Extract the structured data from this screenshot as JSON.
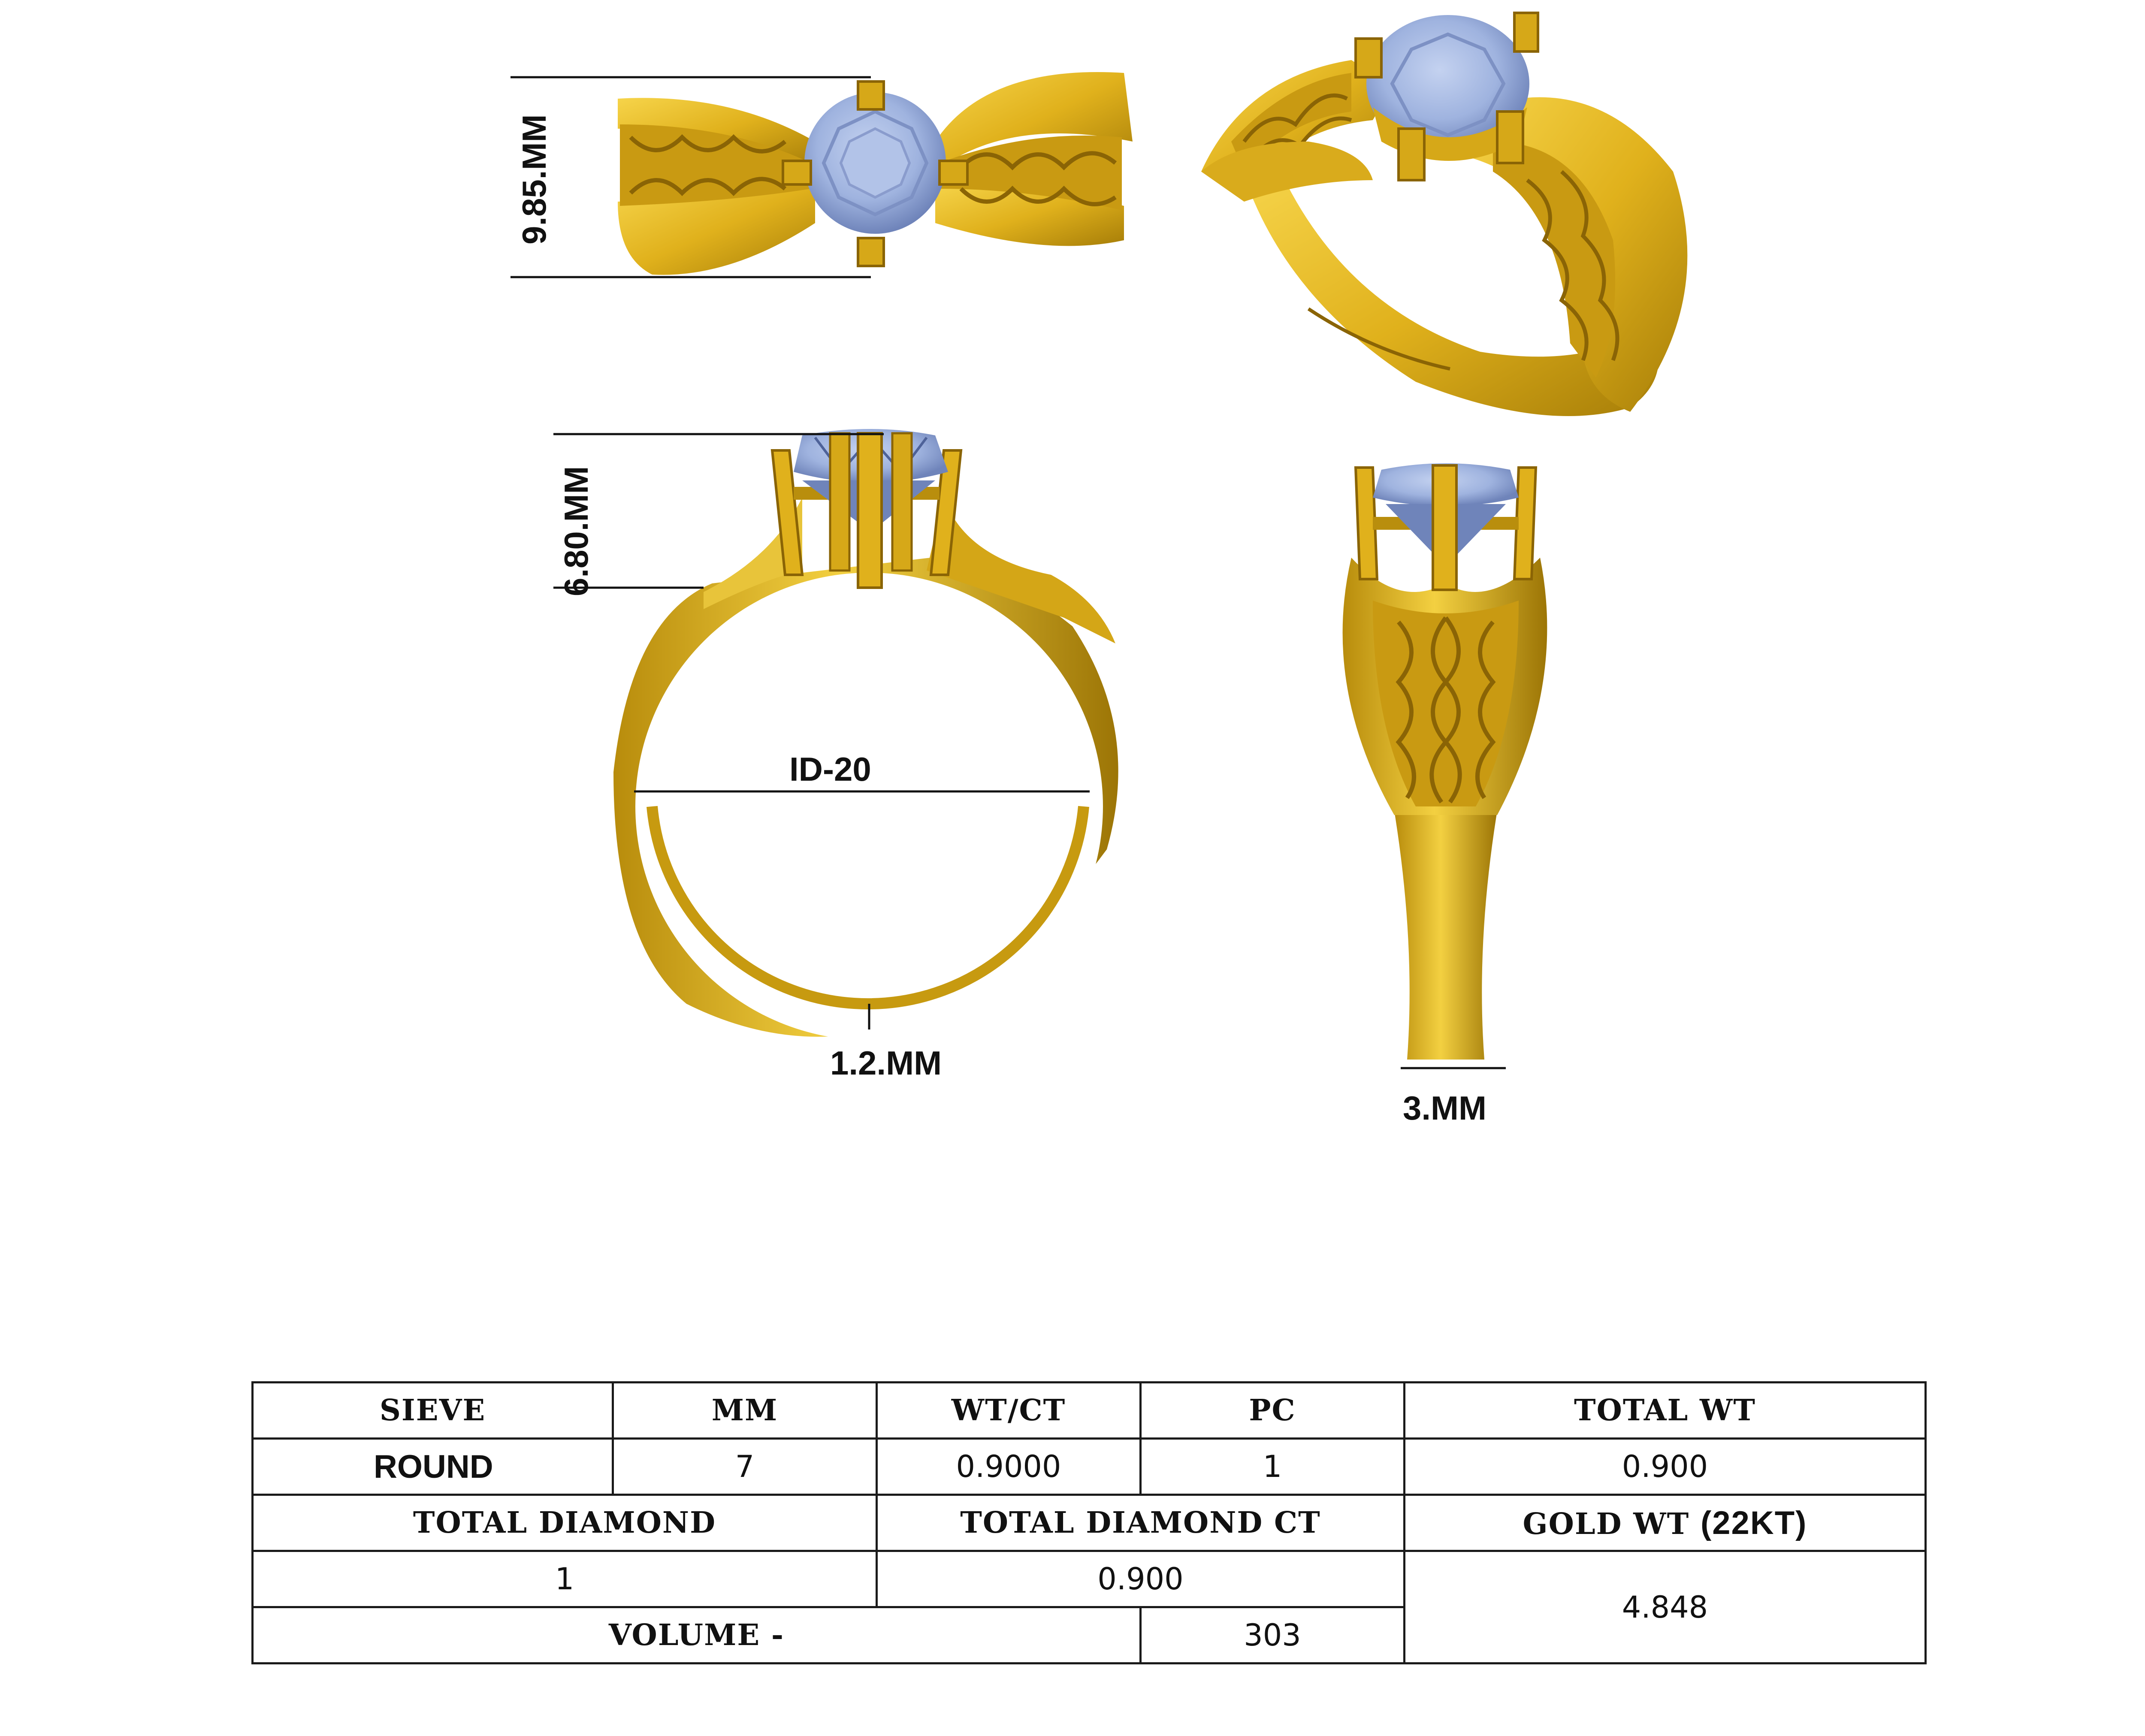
{
  "colors": {
    "gold": "#e0b11c",
    "gold_dark": "#a77e08",
    "gold_light": "#f6d44a",
    "stone": "#9fb3df",
    "stone_dark": "#6f84ba",
    "line": "#111111",
    "pc_red": "#c0141c"
  },
  "dimensions": {
    "top_height": "9.85.MM",
    "head_height": "6.80.MM",
    "inner_diameter": "ID-20",
    "bottom_thickness": "1.2.MM",
    "shank_width": "3.MM"
  },
  "views": {
    "top": "gold-ring-top-view",
    "perspective": "gold-ring-perspective-view",
    "front": "gold-ring-front-view",
    "side": "gold-ring-side-view"
  },
  "table": {
    "headers": {
      "sieve": "SIEVE",
      "mm": "MM",
      "wt_ct": "WT/CT",
      "pc": "PC",
      "total_wt": "TOTAL WT"
    },
    "row": {
      "sieve": "ROUND",
      "mm": "7",
      "wt_ct": "0.9000",
      "pc": "1",
      "total_wt": "0.900"
    },
    "total_diamond_label": "TOTAL DIAMOND",
    "total_diamond_ct_label": "TOTAL DIAMOND CT",
    "gold_wt_label": "GOLD WT",
    "gold_wt_unit": "(22KT)",
    "total_diamond_value": "1",
    "total_diamond_ct_value": "0.900",
    "gold_wt_value": "4.848",
    "volume_label": "VOLUME -",
    "volume_value": "303"
  }
}
